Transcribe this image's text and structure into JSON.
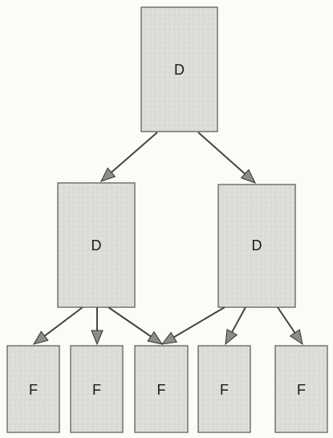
{
  "diagram": {
    "nodes": [
      {
        "id": "d-top",
        "label": "D"
      },
      {
        "id": "d-left",
        "label": "D"
      },
      {
        "id": "d-right",
        "label": "D"
      },
      {
        "id": "f-1",
        "label": "F"
      },
      {
        "id": "f-2",
        "label": "F"
      },
      {
        "id": "f-3",
        "label": "F"
      },
      {
        "id": "f-4",
        "label": "F"
      },
      {
        "id": "f-5",
        "label": "F"
      }
    ],
    "edges": [
      {
        "from": "d-top",
        "to": "d-left"
      },
      {
        "from": "d-top",
        "to": "d-right"
      },
      {
        "from": "d-left",
        "to": "f-1"
      },
      {
        "from": "d-left",
        "to": "f-2"
      },
      {
        "from": "d-left",
        "to": "f-3"
      },
      {
        "from": "d-right",
        "to": "f-3"
      },
      {
        "from": "d-right",
        "to": "f-4"
      },
      {
        "from": "d-right",
        "to": "f-5"
      }
    ],
    "colors": {
      "box_fill": "#dcdcd6",
      "box_stroke": "#555555",
      "arrow_line": "#444444",
      "arrow_head": "#8c8c8c",
      "label": "#1a1a1a",
      "background": "#fbfbf8"
    }
  }
}
